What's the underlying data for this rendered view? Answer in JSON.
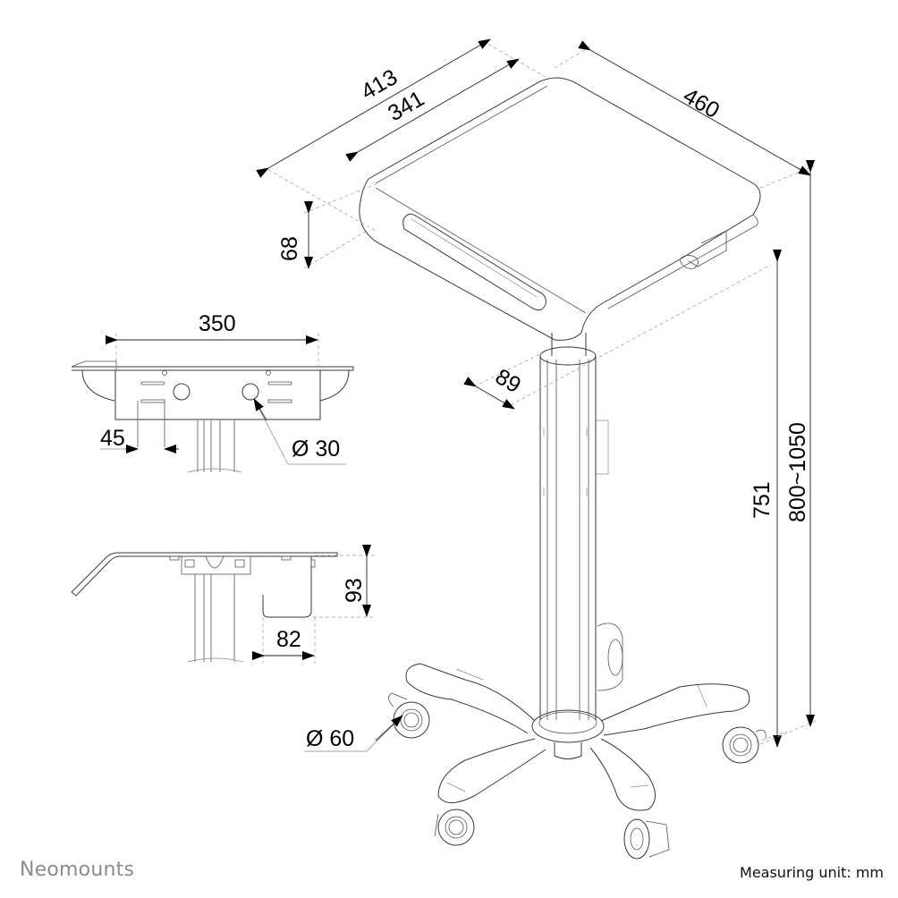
{
  "brand": {
    "name": "Neomounts"
  },
  "footer": {
    "measuring_unit": "Measuring unit: mm"
  },
  "dimensions": {
    "top_depth_outer": "413",
    "top_depth_inner": "341",
    "top_width": "460",
    "top_thickness": "68",
    "column_width": "89",
    "height_column": "751",
    "height_total": "800~1050",
    "bracket_width": "350",
    "slot_width": "45",
    "hole_diameter": "Ø 30",
    "hook_height": "93",
    "hook_width": "82",
    "caster_diameter": "Ø 60"
  },
  "views": {
    "main": "isometric-mobile-cart",
    "detail_front": "bracket-front-view",
    "detail_side": "bracket-side-view"
  }
}
